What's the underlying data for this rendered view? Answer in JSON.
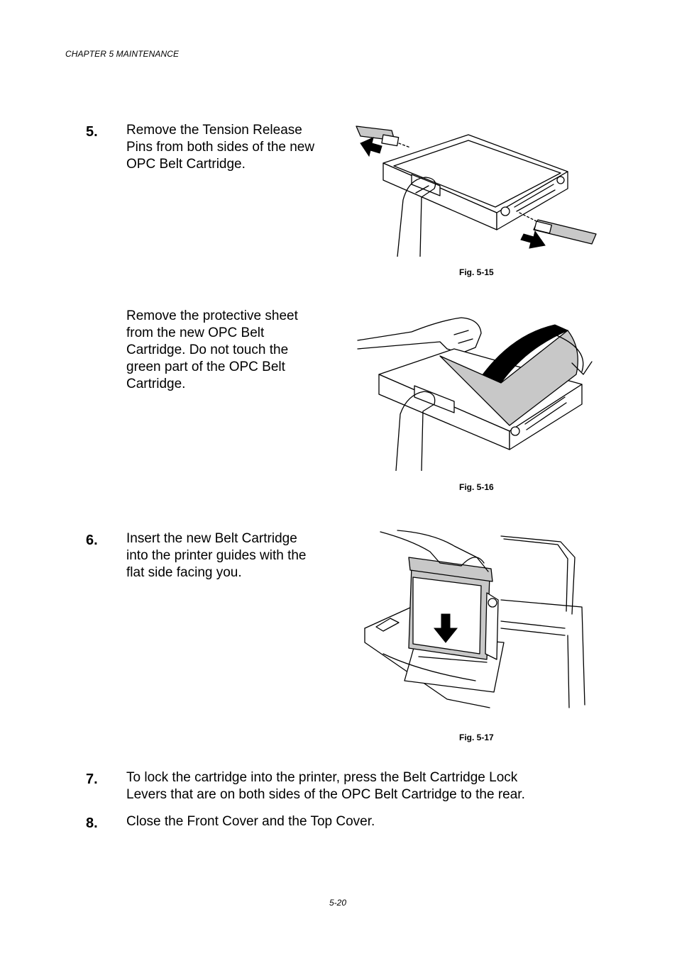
{
  "header": {
    "chapter": "CHAPTER 5 MAINTENANCE"
  },
  "steps": {
    "s5": {
      "number": "5.",
      "text": "Remove the Tension Release\nPins from both sides of the new\nOPC Belt Cartridge."
    },
    "s5b": {
      "text": "Remove the protective sheet\nfrom the new OPC Belt\nCartridge. Do not touch the\ngreen part of the OPC Belt\nCartridge."
    },
    "s6": {
      "number": "6.",
      "text": "Insert the new Belt Cartridge\ninto the printer guides with the\nflat side facing you."
    },
    "s7": {
      "number": "7.",
      "text": "To lock the cartridge into the printer, press the Belt Cartridge Lock\nLevers that are on both sides of the OPC Belt Cartridge to the rear."
    },
    "s8": {
      "number": "8.",
      "text": "Close the Front Cover and the Top Cover."
    }
  },
  "figures": {
    "f15": {
      "caption": "Fig. 5-15"
    },
    "f16": {
      "caption": "Fig. 5-16"
    },
    "f17": {
      "caption": "Fig. 5-17"
    }
  },
  "footer": {
    "page": "5-20"
  }
}
